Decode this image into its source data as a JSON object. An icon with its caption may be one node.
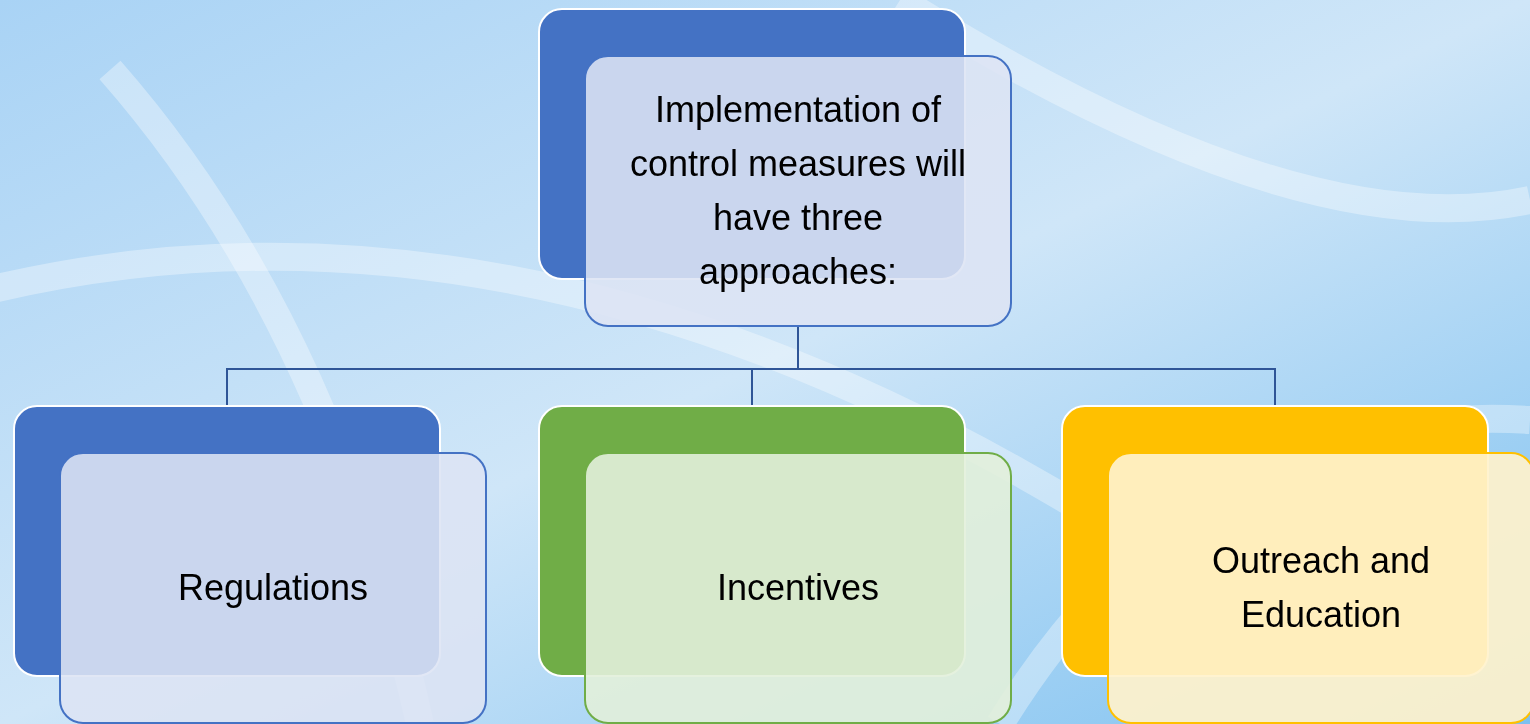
{
  "diagram": {
    "nodes": [
      {
        "text": [
          "Implementation of control measures will have three approaches:"
        ]
      },
      {
        "text": [
          "Regulations"
        ]
      },
      {
        "text": [
          "Incentives"
        ]
      },
      {
        "text": [
          "Outreach and Education"
        ]
      }
    ],
    "edges": [
      {
        "from": 0,
        "to": 1,
        "arrow": "none"
      },
      {
        "from": 0,
        "to": 2,
        "arrow": "none"
      },
      {
        "from": 0,
        "to": 3,
        "arrow": "none"
      }
    ]
  }
}
